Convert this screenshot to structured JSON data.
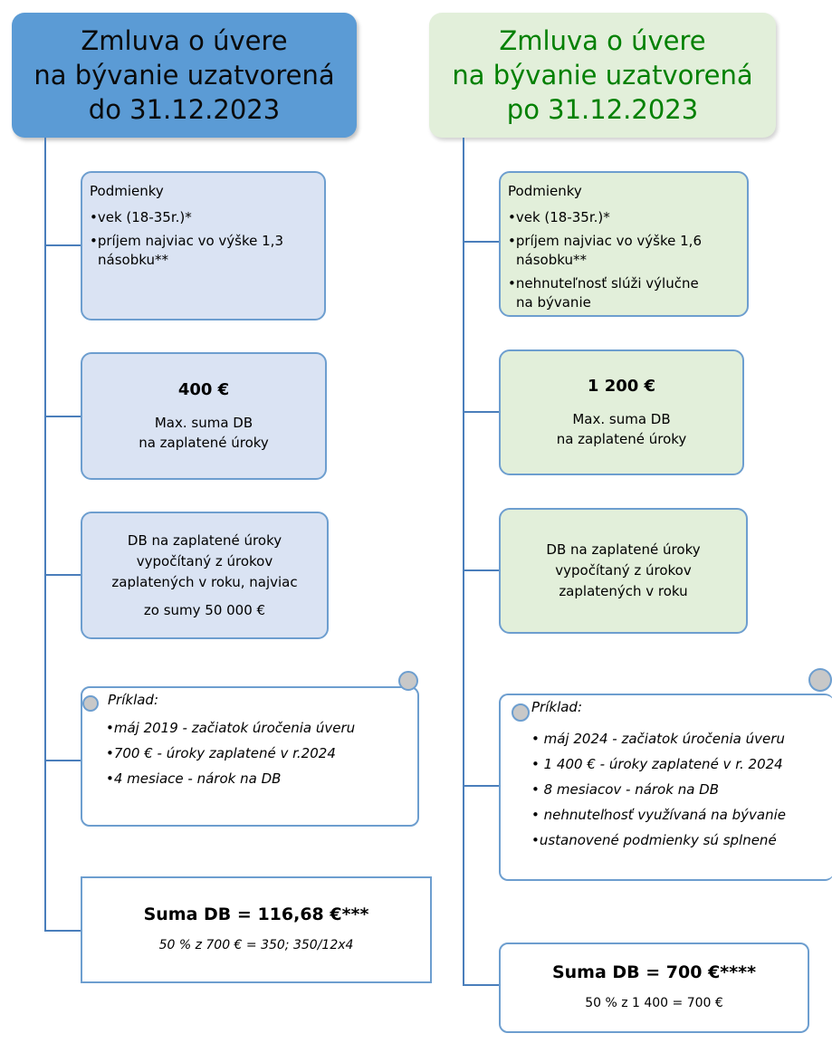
{
  "left": {
    "header": [
      "Zmluva o úvere",
      "na bývanie uzatvorená",
      "do 31.12.2023"
    ],
    "conditions": {
      "title": "Podmienky",
      "items": [
        "•vek (18-35r.)*",
        "•príjem najviac vo výške 1,3",
        "násobku**"
      ]
    },
    "max": {
      "amount": "400 €",
      "line1": "Max. suma DB",
      "line2": "na zaplatené úroky"
    },
    "calc": [
      "DB na zaplatené úroky",
      "vypočítaný z úrokov",
      "zaplatených v roku, najviac",
      "zo sumy 50 000 €"
    ],
    "example": {
      "title": "Príklad:",
      "items": [
        "•máj 2019 - začiatok úročenia úveru",
        "•700 € - úroky zaplatené v r.2024",
        "•4 mesiace - nárok na DB"
      ]
    },
    "sum": {
      "title": "Suma DB = 116,68 €***",
      "calc": "50 % z 700 € = 350; 350/12x4"
    }
  },
  "right": {
    "header": [
      "Zmluva o úvere",
      "na bývanie uzatvorená",
      "po 31.12.2023"
    ],
    "conditions": {
      "title": "Podmienky",
      "items": [
        "•vek (18-35r.)*",
        "•príjem najviac vo výške 1,6",
        "násobku**",
        "•nehnuteľnosť slúži výlučne",
        "na bývanie"
      ]
    },
    "max": {
      "amount": "1 200 €",
      "line1": "Max. suma DB",
      "line2": "na zaplatené úroky"
    },
    "calc": [
      "DB na zaplatené úroky",
      "vypočítaný z úrokov",
      "zaplatených v roku"
    ],
    "example": {
      "title": "Príklad:",
      "items": [
        "• máj 2024 - začiatok úročenia úveru",
        "• 1 400 € - úroky zaplatené v r. 2024",
        "• 8 mesiacov - nárok na DB",
        "• nehnuteľnosť využívaná na bývanie",
        "•ustanovené podmienky sú splnené"
      ]
    },
    "sum": {
      "title": "Suma DB = 700 €****",
      "calc": "50 % z 1 400 = 700 €"
    }
  }
}
